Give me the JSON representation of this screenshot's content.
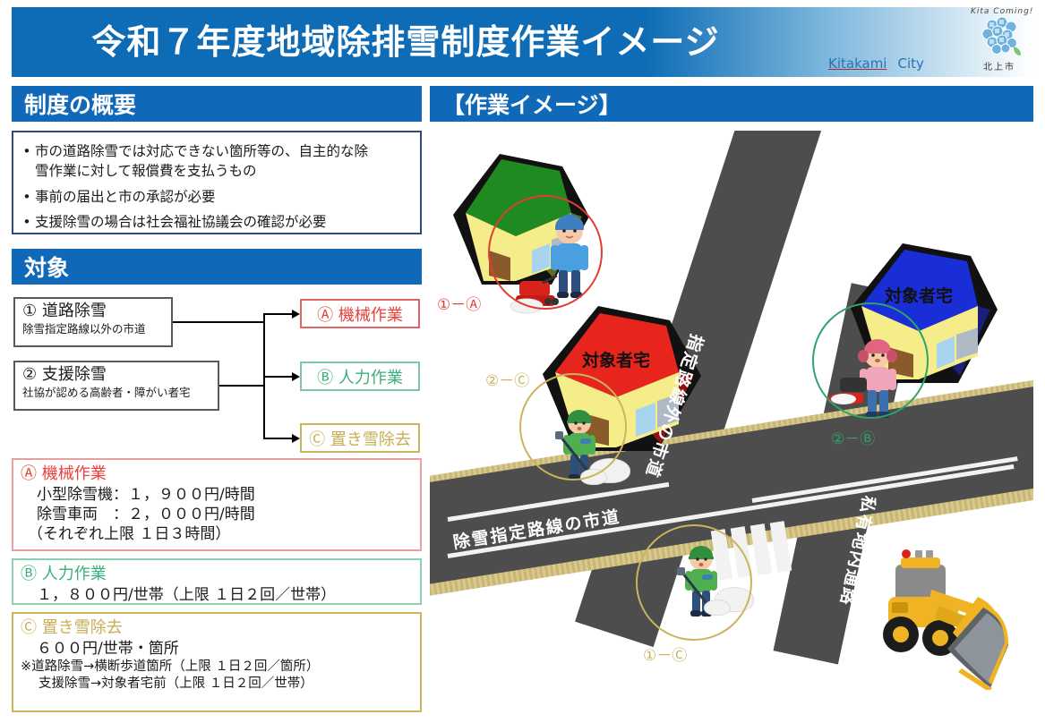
{
  "header": {
    "title": "令和７年度地域除排雪制度作業イメージ",
    "city_en_kita": "Kitakami",
    "city_en_city": "City",
    "logo_arc_text": "Kita Coming!",
    "logo_city_jp": "北上市"
  },
  "sections": {
    "overview_heading": "制度の概要",
    "target_heading": "対象",
    "image_heading": "【作業イメージ】"
  },
  "overview": {
    "bullet_marker": "•",
    "bullets": [
      "市の道路除雪では対応できない箇所等の、自主的な除\n雪作業に対して報償費を支払うもの",
      "事前の届出と市の承認が必要",
      "支援除雪の場合は社会福祉協議会の確認が必要"
    ],
    "b1_line1": "市の道路除雪では対応できない箇所等の、自主的な除",
    "b1_line2": "雪作業に対して報償費を支払うもの",
    "b2": "事前の届出と市の承認が必要",
    "b3": "支援除雪の場合は社会福祉協議会の確認が必要"
  },
  "flow": {
    "sources": [
      {
        "title": "① 道路除雪",
        "sub": "除雪指定路線以外の市道"
      },
      {
        "title": "② 支援除雪",
        "sub": "社協が認める高齢者・障がい者宅"
      }
    ],
    "destinations": [
      {
        "label": "Ⓐ 機械作業",
        "color": "#e8403a"
      },
      {
        "label": "Ⓑ 人力作業",
        "color": "#3bae7c"
      },
      {
        "label": "Ⓒ 置き雪除去",
        "color": "#c9ae53"
      }
    ]
  },
  "fees": {
    "a": {
      "head": "Ⓐ 機械作業",
      "line1": "小型除雪機：１，９００円/時間",
      "line2": "除雪車両　：２，０００円/時間",
      "line3": "（それぞれ上限 １日３時間）"
    },
    "b": {
      "head": "Ⓑ 人力作業",
      "line1": "１，８００円/世帯（上限 １日２回／世帯）"
    },
    "c": {
      "head": "Ⓒ 置き雪除去",
      "line1": "６００円/世帯・箇所",
      "note1": "※道路除雪→横断歩道箇所（上限 １日２回／箇所）",
      "note2": "支援除雪→対象者宅前（上限 １日２回／世帯）"
    }
  },
  "illustration": {
    "road_labels": {
      "designated": "除雪指定路線の市道",
      "non_designated": "指定路線外の市道",
      "private": "私有地内通路"
    },
    "house_label": "対象者宅",
    "tags": {
      "t1a": "①－Ⓐ",
      "t2b": "②－Ⓑ",
      "t2c": "②－Ⓒ",
      "t1c": "①－Ⓒ"
    }
  },
  "colors": {
    "brand_blue": "#1069b8",
    "overview_border": "#2c4a7c",
    "a_red": "#e8403a",
    "b_green": "#3bae7c",
    "c_gold": "#c9ae53",
    "road_gray": "#4d4d4d",
    "loader_yellow": "#f0b323"
  }
}
